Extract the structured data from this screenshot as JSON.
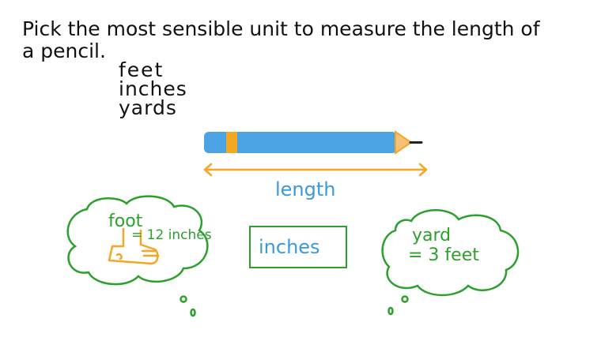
{
  "question": {
    "line1": "Pick the most sensible unit to measure the length of",
    "line2": "a pencil."
  },
  "options": [
    "feet",
    "inches",
    "yards"
  ],
  "diagram": {
    "length_label": "length",
    "foot_bubble": {
      "title": "foot",
      "equation": "= 12 inches"
    },
    "yard_bubble": {
      "title": "yard",
      "equation": "= 3 feet"
    },
    "answer": "inches"
  },
  "colors": {
    "text": "#111111",
    "pencil_body": "#4ba3e3",
    "pencil_band": "#f5a623",
    "arrow": "#f5a623",
    "length_label": "#3a9ad9",
    "bubble": "#2ca02c",
    "foot_icon": "#f5a623",
    "answer_text": "#3a9ad9"
  }
}
